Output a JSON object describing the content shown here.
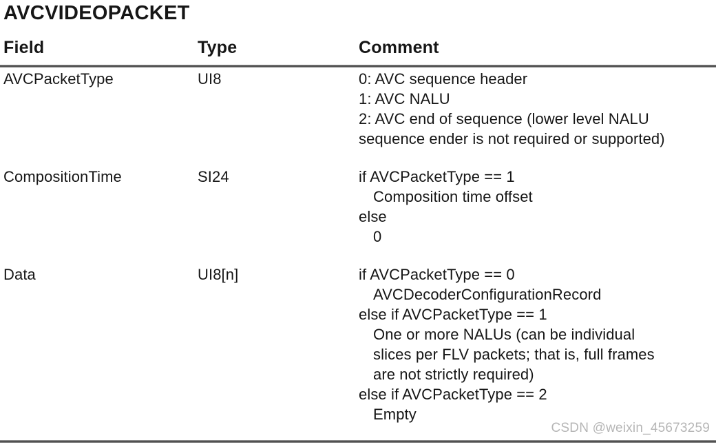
{
  "page": {
    "title": "AVCVIDEOPACKET",
    "watermark": "CSDN @weixin_45673259",
    "colors": {
      "background": "#ffffff",
      "text": "#161616",
      "rule": "#515151",
      "watermark": "#b6b6b6"
    }
  },
  "table": {
    "columns": [
      "Field",
      "Type",
      "Comment"
    ],
    "rows": [
      {
        "field": "AVCPacketType",
        "type": "UI8",
        "comment": [
          {
            "text": "0: AVC sequence header",
            "indent": 0
          },
          {
            "text": "1: AVC NALU",
            "indent": 0
          },
          {
            "text": "2: AVC end of sequence (lower level NALU",
            "indent": 0
          },
          {
            "text": "sequence ender is not required or supported)",
            "indent": 0
          }
        ]
      },
      {
        "field": "CompositionTime",
        "type": "SI24",
        "comment": [
          {
            "text": "if AVCPacketType == 1",
            "indent": 0
          },
          {
            "text": "Composition time offset",
            "indent": 1
          },
          {
            "text": "else",
            "indent": 0
          },
          {
            "text": "0",
            "indent": 1
          }
        ]
      },
      {
        "field": "Data",
        "type": "UI8[n]",
        "comment": [
          {
            "text": "if AVCPacketType == 0",
            "indent": 0
          },
          {
            "text": "AVCDecoderConfigurationRecord",
            "indent": 1
          },
          {
            "text": "else if AVCPacketType == 1",
            "indent": 0
          },
          {
            "text": "One or more NALUs (can be individual",
            "indent": 1
          },
          {
            "text": "slices per FLV packets; that is, full frames",
            "indent": 1
          },
          {
            "text": "are not strictly required)",
            "indent": 1
          },
          {
            "text": "else if AVCPacketType == 2",
            "indent": 0
          },
          {
            "text": "Empty",
            "indent": 1
          }
        ]
      }
    ]
  }
}
